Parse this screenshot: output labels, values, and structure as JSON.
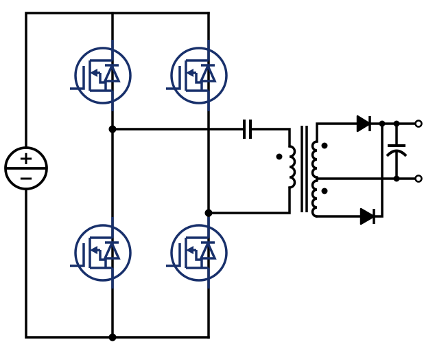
{
  "schematic": {
    "kind": "circuit-diagram",
    "description": "full-bridge-inverter-with-series-capacitor-center-tapped-transformer-and-two-diode-rectifier",
    "source_labels": {
      "plus": "+",
      "minus": "−"
    },
    "components": {
      "voltage_source": "dc-voltage-source",
      "bridge_switches": [
        "mosfet-top-left",
        "mosfet-top-right",
        "mosfet-bottom-left",
        "mosfet-bottom-right"
      ],
      "series_capacitor": "dc-blocking-capacitor",
      "transformer": "center-tapped-transformer",
      "polarity_dots": [
        "primary-dot",
        "secondary-upper-dot",
        "secondary-lower-dot"
      ],
      "rectifier_diodes": [
        "rectifier-diode-top",
        "rectifier-diode-bottom"
      ],
      "output_capacitor": "output-filter-capacitor",
      "output_terminals": [
        "output-terminal-top",
        "output-terminal-bottom"
      ]
    }
  },
  "colors": {
    "wire": "#000000",
    "mosfet": "#18306b",
    "background": "#ffffff"
  }
}
